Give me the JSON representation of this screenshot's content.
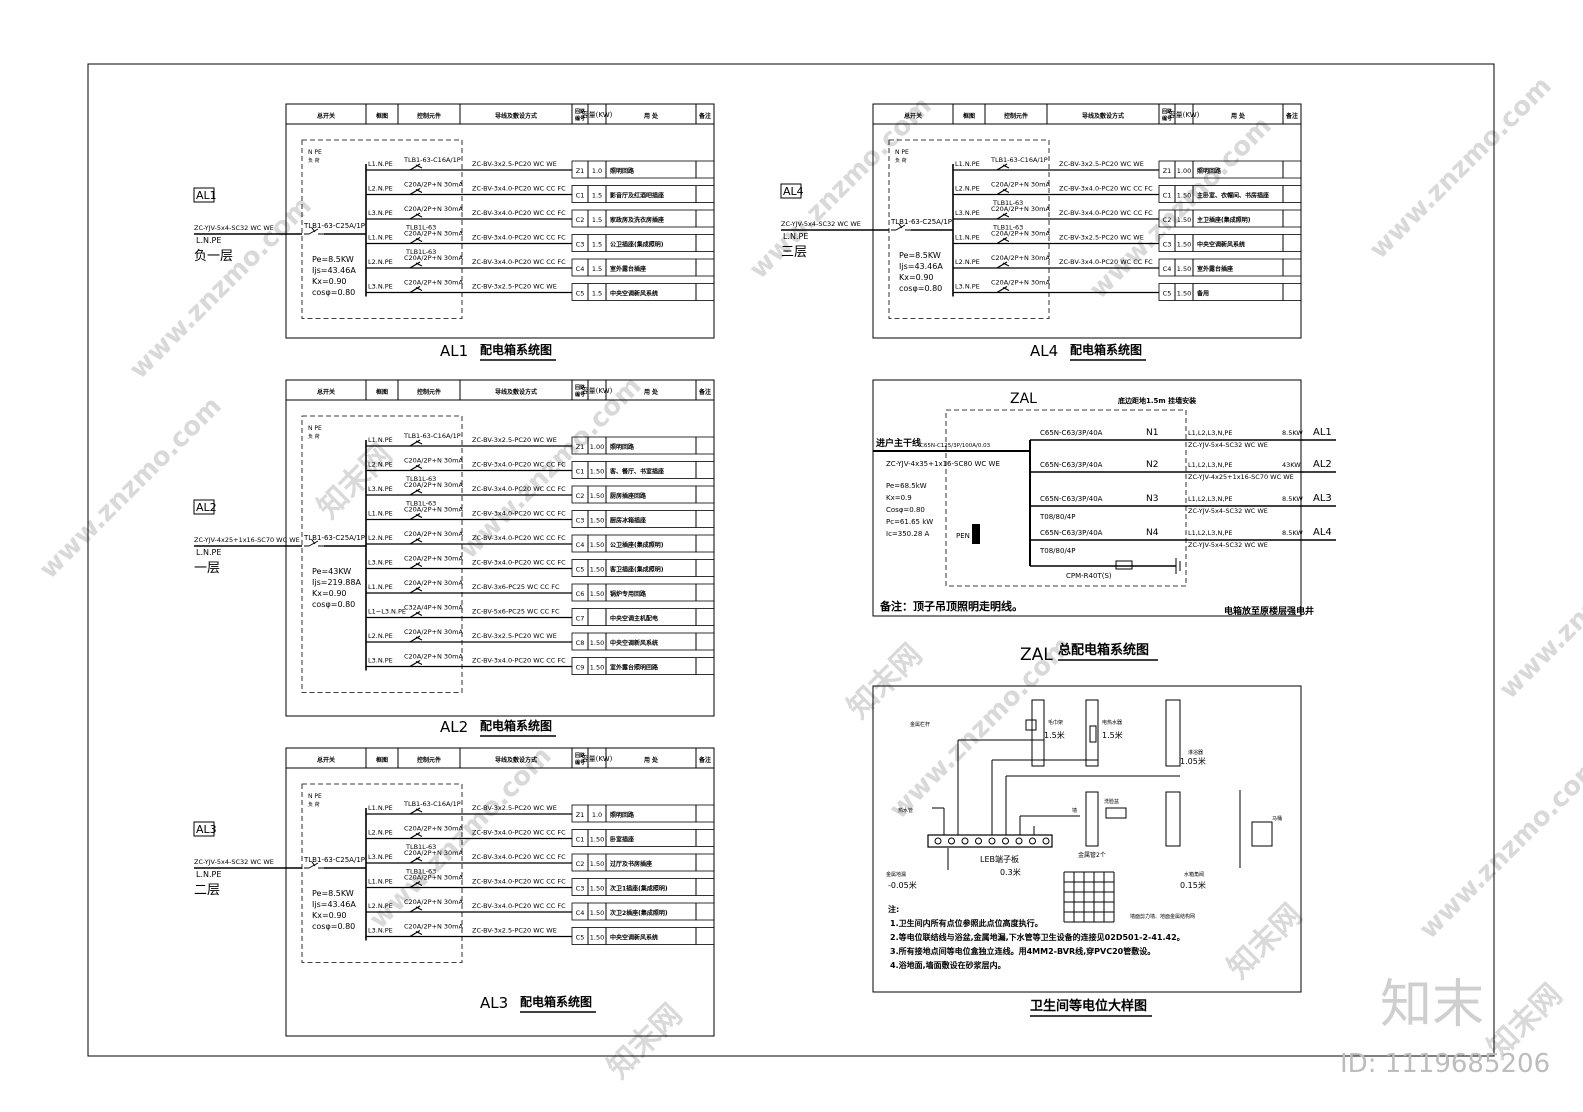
{
  "colors": {
    "line": "#000000",
    "watermark": "#d9d9d9",
    "background": "#ffffff"
  },
  "header": {
    "c1": "总开关",
    "c2": "框图",
    "c3": "控制元件",
    "c4": "导线及敷设方式",
    "c5a": "回路",
    "c5b": "编号",
    "c6": "容量(KW)",
    "c7": "用  处",
    "c8": "备注"
  },
  "common": {
    "npe": "N PE",
    "load_head": "负 荷"
  },
  "panels": [
    {
      "id": "AL1",
      "cable": "ZC-YJV-5x4-SC32 WC WE",
      "lnpe": "L.N.PE",
      "floor": "负一层",
      "main_breaker": "TLB1-63-C25A/1P",
      "pe": "Pe=8.5KW",
      "ijs": "Ijs=43.46A",
      "kx": "Kx=0.90",
      "cos": "cosφ=0.80",
      "caption_code": "AL1",
      "caption": "配电箱系统图",
      "circuits": [
        {
          "phase": "L1.N.PE",
          "device": "TLB1-63-C16A/1P",
          "device2": "",
          "wire": "ZC-BV-3x2.5-PC20 WC WE",
          "no": "Z1",
          "kw": "1.0",
          "use": "照明回路"
        },
        {
          "phase": "L2.N.PE",
          "device": "C20A/2P+N 30mA",
          "device2": "",
          "wire": "ZC-BV-3x4.0-PC20 WC CC FC",
          "no": "C1",
          "kw": "1.5",
          "use": "影音厅及红酒吧插座"
        },
        {
          "phase": "L3.N.PE",
          "device": "C20A/2P+N 30mA",
          "device2": "",
          "wire": "ZC-BV-3x4.0-PC20 WC CC FC",
          "no": "C2",
          "kw": "1.5",
          "use": "家政房及洗衣房插座"
        },
        {
          "phase": "L1.N.PE",
          "device": "C20A/2P+N 30mA",
          "device2": "TLB1L-63",
          "wire": "ZC-BV-3x4.0-PC20 WC CC FC",
          "no": "C3",
          "kw": "1.5",
          "use": "公卫插座(集成照明)"
        },
        {
          "phase": "L2.N.PE",
          "device": "C20A/2P+N 30mA",
          "device2": "TLB1L-63",
          "wire": "ZC-BV-3x4.0-PC20 WC CC FC",
          "no": "C4",
          "kw": "1.5",
          "use": "室外露台插座"
        },
        {
          "phase": "L3.N.PE",
          "device": "C20A/2P+N 30mA",
          "device2": "",
          "wire": "ZC-BV-3x2.5-PC20 WC WE",
          "no": "C5",
          "kw": "1.5",
          "use": "中央空调新风系统"
        }
      ]
    },
    {
      "id": "AL2",
      "cable": "ZC-YJV-4x25+1x16-SC70 WC WE",
      "lnpe": "L.N.PE",
      "floor": "一层",
      "main_breaker": "TLB1-63-C25A/1P",
      "pe": "Pe=43KW",
      "ijs": "Ijs=219.88A",
      "kx": "Kx=0.90",
      "cos": "cosφ=0.80",
      "caption_code": "AL2",
      "caption": "配电箱系统图",
      "circuits": [
        {
          "phase": "L1.N.PE",
          "device": "TLB1-63-C16A/1P",
          "device2": "",
          "wire": "ZC-BV-3x2.5-PC20 WC WE",
          "no": "Z1",
          "kw": "1.00",
          "use": "照明回路"
        },
        {
          "phase": "L2.N.PE",
          "device": "C20A/2P+N 30mA",
          "device2": "",
          "wire": "ZC-BV-3x4.0-PC20 WC CC FC",
          "no": "C1",
          "kw": "1.50",
          "use": "客、餐厅、书室插座"
        },
        {
          "phase": "L3.N.PE",
          "device": "C20A/2P+N 30mA",
          "device2": "TLB1L-63",
          "wire": "ZC-BV-3x4.0-PC20 WC CC FC",
          "no": "C2",
          "kw": "1.50",
          "use": "厨房插座回路"
        },
        {
          "phase": "L1.N.PE",
          "device": "C20A/2P+N 30mA",
          "device2": "TLB1L-63",
          "wire": "ZC-BV-3x4.0-PC20 WC CC FC",
          "no": "C3",
          "kw": "1.50",
          "use": "厨房冰箱插座"
        },
        {
          "phase": "L2.N.PE",
          "device": "C20A/2P+N 30mA",
          "device2": "",
          "wire": "ZC-BV-3x4.0-PC20 WC CC FC",
          "no": "C4",
          "kw": "1.50",
          "use": "公卫插座(集成照明)"
        },
        {
          "phase": "L3.N.PE",
          "device": "C20A/2P+N 30mA",
          "device2": "",
          "wire": "ZC-BV-3x4.0-PC20 WC CC FC",
          "no": "C5",
          "kw": "1.50",
          "use": "客卫插座(集成照明)"
        },
        {
          "phase": "L1.N.PE",
          "device": "C20A/2P+N 30mA",
          "device2": "",
          "wire": "ZC-BV-3x6-PC25 WC CC FC",
          "no": "C6",
          "kw": "1.50",
          "use": "锅炉专用回路"
        },
        {
          "phase": "L1~L3.N.PE",
          "device": "C32A/4P+N 30mA",
          "device2": "",
          "wire": "ZC-BV-5x6-PC25 WC CC FC",
          "no": "C7",
          "kw": "",
          "use": "中央空调主机配电"
        },
        {
          "phase": "L2.N.PE",
          "device": "C20A/2P+N 30mA",
          "device2": "",
          "wire": "ZC-BV-3x2.5-PC20 WC WE",
          "no": "C8",
          "kw": "1.50",
          "use": "中央空调新风系统"
        },
        {
          "phase": "L3.N.PE",
          "device": "C20A/2P+N 30mA",
          "device2": "",
          "wire": "ZC-BV-3x4.0-PC20 WC CC FC",
          "no": "C9",
          "kw": "1.50",
          "use": "室外露台照明回路"
        }
      ]
    },
    {
      "id": "AL3",
      "cable": "ZC-YJV-5x4-SC32 WC WE",
      "lnpe": "L.N.PE",
      "floor": "二层",
      "main_breaker": "TLB1-63-C25A/1P",
      "pe": "Pe=8.5KW",
      "ijs": "Ijs=43.46A",
      "kx": "Kx=0.90",
      "cos": "cosφ=0.80",
      "caption_code": "AL3",
      "caption": "配电箱系统图",
      "circuits": [
        {
          "phase": "L1.N.PE",
          "device": "TLB1-63-C16A/1P",
          "device2": "",
          "wire": "ZC-BV-3x2.5-PC20 WC WE",
          "no": "Z1",
          "kw": "1.0",
          "use": "照明回路"
        },
        {
          "phase": "L2.N.PE",
          "device": "C20A/2P+N 30mA",
          "device2": "",
          "wire": "ZC-BV-3x4.0-PC20 WC CC FC",
          "no": "C1",
          "kw": "1.50",
          "use": "卧室插座"
        },
        {
          "phase": "L3.N.PE",
          "device": "C20A/2P+N 30mA",
          "device2": "TLB1L-63",
          "wire": "ZC-BV-3x4.0-PC20 WC CC FC",
          "no": "C2",
          "kw": "1.50",
          "use": "过厅及书房插座"
        },
        {
          "phase": "L1.N.PE",
          "device": "C20A/2P+N 30mA",
          "device2": "TLB1L-63",
          "wire": "ZC-BV-3x4.0-PC20 WC CC FC",
          "no": "C3",
          "kw": "1.50",
          "use": "次卫1插座(集成照明)"
        },
        {
          "phase": "L2.N.PE",
          "device": "C20A/2P+N 30mA",
          "device2": "",
          "wire": "ZC-BV-3x4.0-PC20 WC CC FC",
          "no": "C4",
          "kw": "1.50",
          "use": "次卫2插座(集成照明)"
        },
        {
          "phase": "L3.N.PE",
          "device": "C20A/2P+N 30mA",
          "device2": "",
          "wire": "ZC-BV-3x2.5-PC20 WC WE",
          "no": "C5",
          "kw": "1.50",
          "use": "中央空调新风系统"
        }
      ]
    },
    {
      "id": "AL4",
      "cable": "ZC-YJV-5x4-SC32 WC WE",
      "lnpe": "L.N.PE",
      "floor": "三层",
      "main_breaker": "TLB1-63-C25A/1P",
      "pe": "Pe=8.5KW",
      "ijs": "Ijs=43.46A",
      "kx": "Kx=0.90",
      "cos": "cosφ=0.80",
      "caption_code": "AL4",
      "caption": "配电箱系统图",
      "circuits": [
        {
          "phase": "L1.N.PE",
          "device": "TLB1-63-C16A/1P",
          "device2": "",
          "wire": "ZC-BV-3x2.5-PC20 WC WE",
          "no": "Z1",
          "kw": "1.00",
          "use": "照明回路"
        },
        {
          "phase": "L2.N.PE",
          "device": "C20A/2P+N 30mA",
          "device2": "",
          "wire": "ZC-BV-3x4.0-PC20 WC CC FC",
          "no": "C1",
          "kw": "1.50",
          "use": "主卧室、衣帽间、书房插座"
        },
        {
          "phase": "L3.N.PE",
          "device": "C20A/2P+N 30mA",
          "device2": "TLB1L-63",
          "wire": "ZC-BV-3x4.0-PC20 WC CC FC",
          "no": "C2",
          "kw": "1.50",
          "use": "主卫插座(集成照明)"
        },
        {
          "phase": "L1.N.PE",
          "device": "C20A/2P+N 30mA",
          "device2": "TLB1L-63",
          "wire": "ZC-BV-3x2.5-PC20 WC WE",
          "no": "C3",
          "kw": "1.50",
          "use": "中央空调新风系统"
        },
        {
          "phase": "L2.N.PE",
          "device": "C20A/2P+N 30mA",
          "device2": "",
          "wire": "ZC-BV-3x4.0-PC20 WC CC FC",
          "no": "C4",
          "kw": "1.50",
          "use": "室外露台插座"
        },
        {
          "phase": "L3.N.PE",
          "device": "C20A/2P+N 30mA",
          "device2": "",
          "wire": "",
          "no": "C5",
          "kw": "1.50",
          "use": "备用"
        }
      ]
    }
  ],
  "zal": {
    "title": "ZAL",
    "install_note": "底边距地1.5m 挂墙安装",
    "incoming_label": "进户主干线",
    "main_switch": "C65N-C125/3P/100A/0.03",
    "incoming_cable": "ZC-YJV-4x35+1x16-SC80 WC WE",
    "pe": "Pe=68.5kW",
    "kx": "Kx=0.9",
    "cos": "Cosφ=0.80",
    "pc": "Pc=61.65 kW",
    "ic": "Ic=350.28 A",
    "pen": "PEN",
    "branches": [
      {
        "breaker": "C65N-C63/3P/40A",
        "aux": "",
        "n": "N1",
        "phase": "L1,L2,L3,N,PE",
        "kw": "8.5KW",
        "to": "AL1",
        "cable": "ZC-YJV-5x4-SC32 WC WE"
      },
      {
        "breaker": "C65N-C63/3P/40A",
        "aux": "",
        "n": "N2",
        "phase": "L1,L2,L3,N,PE",
        "kw": "43KW",
        "to": "AL2",
        "cable": "ZC-YJV-4x25+1x16-SC70 WC WE"
      },
      {
        "breaker": "C65N-C63/3P/40A",
        "aux": "T08/80/4P",
        "n": "N3",
        "phase": "L1,L2,L3,N,PE",
        "kw": "8.5KW",
        "to": "AL3",
        "cable": "ZC-YJV-5x4-SC32 WC WE"
      },
      {
        "breaker": "C65N-C63/3P/40A",
        "aux": "T08/80/4P",
        "n": "N4",
        "phase": "L1,L2,L3,N,PE",
        "kw": "8.5KW",
        "to": "AL4",
        "cable": "ZC-YJV-5x4-SC32 WC WE"
      }
    ],
    "spd": "CPM-R40T(S)",
    "note": "备注：顶子吊顶照明走明线。",
    "location": "电箱放至原楼层强电井",
    "caption_code": "ZAL",
    "caption": "总配电箱系统图"
  },
  "bathroom": {
    "labels": {
      "rail": "金属栏杆",
      "towel": "毛巾架",
      "heater": "电热水器",
      "shower": "淋浴器",
      "h1": "1.5米",
      "h2": "1.5米",
      "h3": "1.05米",
      "pipe": "热水管",
      "wall": "墙",
      "basin": "洗脸盆",
      "toilet": "马桶",
      "leb": "LEB端子板",
      "leb_h": "0.3米",
      "box": "金属管2个",
      "floor_drain": "金属地漏",
      "floor_h": "-0.05米",
      "water_pipe": "水箱角阀",
      "water_h": "0.15米",
      "mesh": "墙面剪力墙、地面金属结构网"
    },
    "notes_title": "注:",
    "notes": [
      "1.卫生间内所有点位参照此点位高度执行。",
      "2.等电位联结线与浴盆,金属地漏,下水管等卫生设备的连接见02D501-2-41.42。",
      "3.所有接地点间等电位盒独立连线。用4MM2-BVR线,穿PVC20管敷设。",
      "4.浴地面,墙面敷设在砂浆层内。"
    ],
    "caption": "卫生间等电位大样图"
  },
  "brand": {
    "logo": "知末",
    "id": "ID: 1119685206",
    "watermark": "www.znzmo.com",
    "wm_cn": "知末网"
  }
}
